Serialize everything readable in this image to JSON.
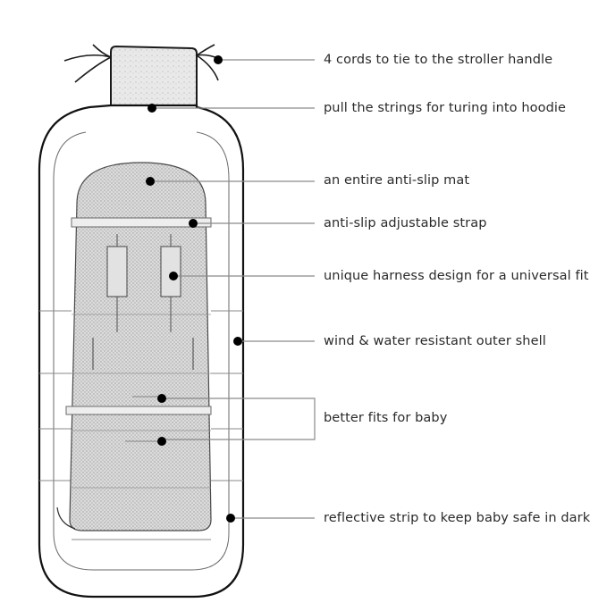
{
  "callouts": [
    {
      "id": "cords",
      "text": "4 cords to tie to the stroller handle"
    },
    {
      "id": "hoodie",
      "text": "pull the strings for turing into hoodie"
    },
    {
      "id": "mat",
      "text": "an entire anti-slip mat"
    },
    {
      "id": "strap",
      "text": "anti-slip adjustable strap"
    },
    {
      "id": "harness",
      "text": "unique harness design for a universal fit"
    },
    {
      "id": "shell",
      "text": "wind & water resistant outer shell"
    },
    {
      "id": "fits",
      "text": "better fits for baby"
    },
    {
      "id": "reflective",
      "text": "reflective strip to keep baby safe in dark"
    }
  ],
  "colors": {
    "line": "#8a8a8a",
    "dot": "#000000",
    "sketch": "#1a1a1a",
    "mat_fill": "#d8d8d8",
    "strap_fill": "#e6e6e6"
  }
}
